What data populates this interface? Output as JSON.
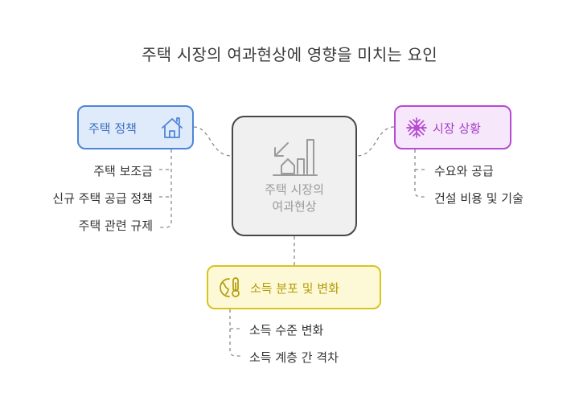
{
  "title": "주택 시장의 여과현상에 영향을 미치는 요인",
  "center": {
    "line1": "주택 시장의",
    "line2": "여과현상",
    "icon": "growth-chart-icon"
  },
  "nodes": {
    "housing_policy": {
      "label": "주택 정책",
      "icon": "house-icon",
      "items": [
        "주택 보조금",
        "신규 주택 공급 정책",
        "주택 관련 규제"
      ]
    },
    "market_conditions": {
      "label": "시장 상황",
      "icon": "snowflake-icon",
      "items": [
        "수요와 공급",
        "건설 비용 및 기술"
      ]
    },
    "income_changes": {
      "label": "소득 분포 및 변화",
      "icon": "globe-thermometer-icon",
      "items": [
        "소득 수준 변화",
        "소득 계층 간 격차"
      ]
    }
  },
  "colors": {
    "housing": "#4f85d6",
    "market": "#b64ad3",
    "income": "#d8c420",
    "center_border": "#474747",
    "connector": "#8a8a8a"
  }
}
